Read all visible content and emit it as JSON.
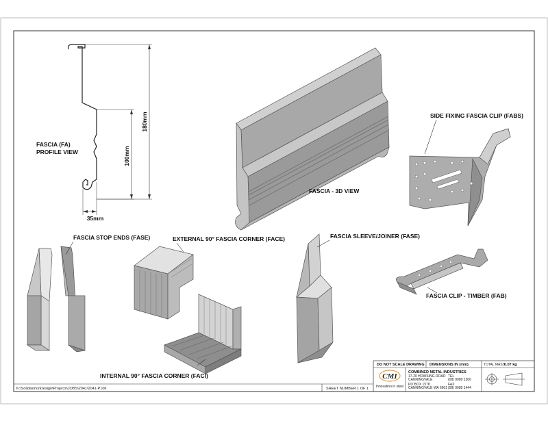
{
  "labels": {
    "profile_view": [
      "FASCIA (FA)",
      "PROFILE VIEW"
    ],
    "fascia_3d": "FASCIA - 3D VIEW",
    "side_clip": "SIDE FIXING FASCIA CLIP (FABS)",
    "stop_ends": "FASCIA STOP ENDS (FASE)",
    "external_corner": "EXTERNAL 90° FASCIA CORNER (FACE)",
    "sleeve": "FASCIA SLEEVE/JOINER (FASE)",
    "clip_timber": "FASCIA CLIP - TIMBER (FAB)",
    "internal_corner": "INTERNAL 90° FASCIA CORNER (FACI)"
  },
  "dimensions": {
    "height": "180mm",
    "middle": "100mm",
    "width": "35mm"
  },
  "footer": {
    "file_path": "K:\\Solidworks\\Design\\Projects\\JOBS\\2041\\2041-P106",
    "sheet_number": "SHEET NUMBER 1 OF 1"
  },
  "title_block": {
    "do_not_scale": "DO NOT SCALE DRAWING",
    "dimensions_unit": "DIMENSIONS IN (mm)",
    "total_mass_label": "TOTAL MASS",
    "total_mass_value": "0.07 kg",
    "company": "COMBINED METAL INDUSTRIES",
    "address_1": "17-20 HOWSING ROAD",
    "address_2": "CANNINGVALE",
    "po_box_1": "PO BOX 1578",
    "po_box_2": "CANNINGVALE WA 6961",
    "tel_label": "TEL",
    "tel_value": "(08) 9989 1300",
    "fax_label": "FAX",
    "fax_value": "(08) 9989 1444",
    "logo_text": "CMI",
    "tagline": "Innovation in steel"
  },
  "colors": {
    "metal_light": "#b9b9b9",
    "metal_mid": "#9c9c9c",
    "metal_dark": "#7c7c7c",
    "logo_brand": "#d9a441"
  }
}
